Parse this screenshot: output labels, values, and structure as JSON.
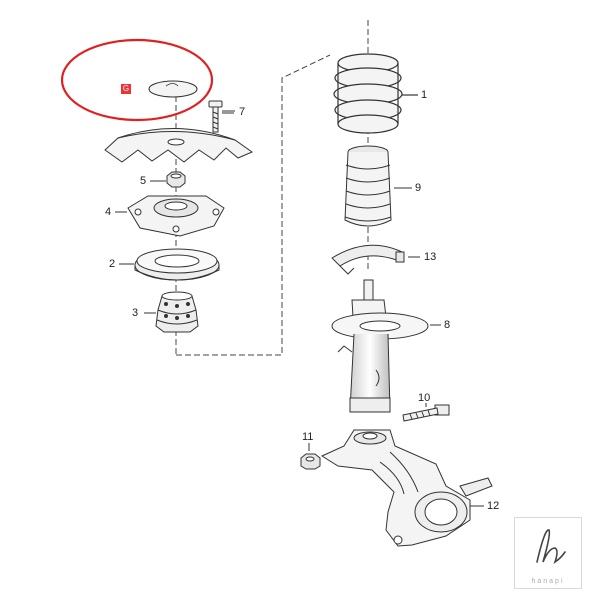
{
  "diagram": {
    "highlight_tag": "G",
    "callouts": {
      "c1": "1",
      "c2": "2",
      "c3": "3",
      "c4": "4",
      "c5": "5",
      "c7": "7",
      "c8": "8",
      "c9": "9",
      "c10": "10",
      "c11": "11",
      "c12": "12",
      "c13": "13"
    }
  },
  "watermark": {
    "text": "hanapi"
  },
  "colors": {
    "highlight": "#e02020",
    "line": "#333333",
    "part_fill": "#f4f4f4",
    "shade": "#d8d8d8"
  }
}
